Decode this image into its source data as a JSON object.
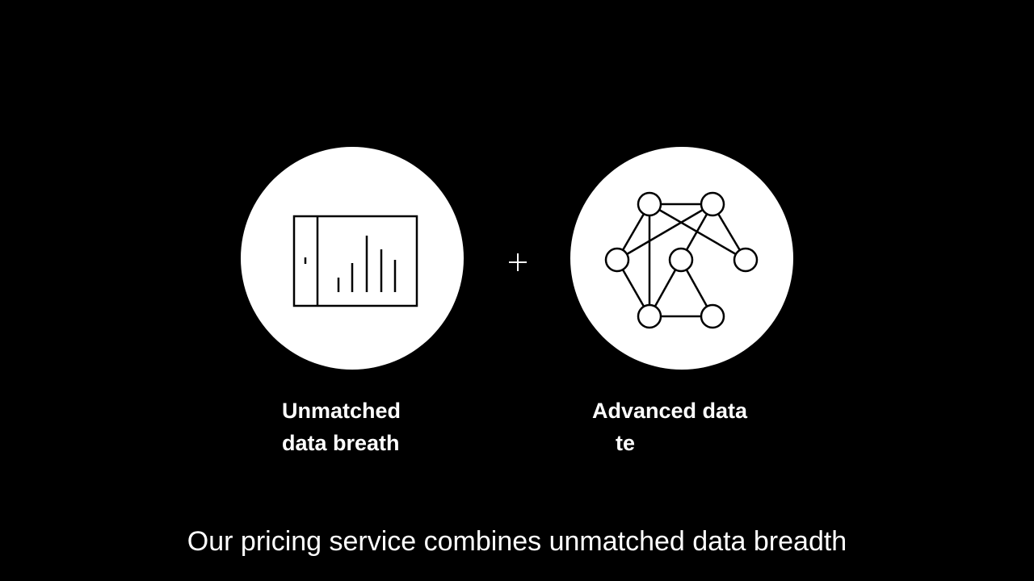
{
  "slide": {
    "left_feature": {
      "icon": "bar-chart-panel-icon",
      "label": "Unmatched\ndata breath"
    },
    "right_feature": {
      "icon": "network-graph-icon",
      "label_line1": "Advanced data",
      "label_line2": "te"
    },
    "operator": "+",
    "caption": "Our pricing service combines unmatched data breadth"
  },
  "colors": {
    "background": "#000000",
    "circle": "#ffffff",
    "icon_stroke": "#000000",
    "text": "#ffffff"
  }
}
